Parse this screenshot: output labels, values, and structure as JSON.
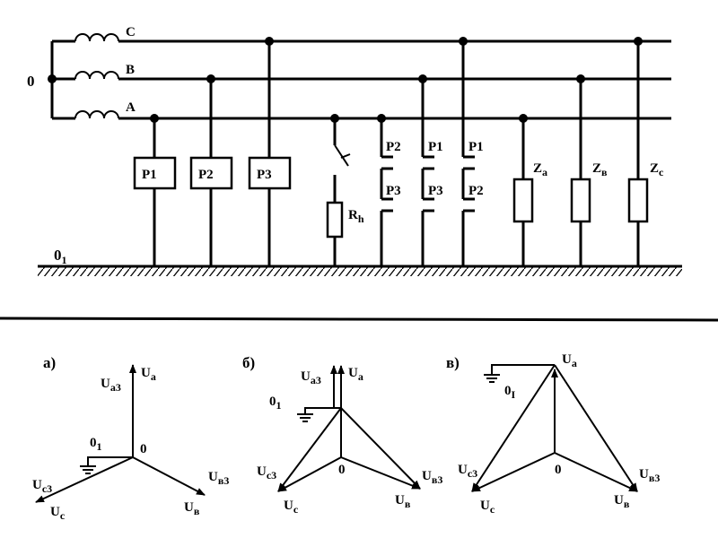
{
  "circuit": {
    "neutral": "0",
    "ground": "0",
    "ground_sub": "1",
    "phases": [
      "C",
      "B",
      "A"
    ],
    "relays": [
      "P1",
      "P2",
      "P3"
    ],
    "resistor": "R",
    "resistor_sub": "h",
    "contacts": [
      {
        "top": "P2",
        "bottom": "P3"
      },
      {
        "top": "P1",
        "bottom": "P3"
      },
      {
        "top": "P1",
        "bottom": "P2"
      }
    ],
    "loads": [
      {
        "main": "Z",
        "sub": "a"
      },
      {
        "main": "Z",
        "sub": "в"
      },
      {
        "main": "Z",
        "sub": "c"
      }
    ]
  },
  "phasors": [
    {
      "tag": "а)",
      "origin": "0",
      "ground": "0",
      "ground_sub": "1",
      "labels": [
        {
          "main": "U",
          "sub": "a"
        },
        {
          "main": "U",
          "sub": "a3"
        },
        {
          "main": "U",
          "sub": "c3"
        },
        {
          "main": "U",
          "sub": "c"
        },
        {
          "main": "U",
          "sub": "в3"
        },
        {
          "main": "U",
          "sub": "в"
        }
      ]
    },
    {
      "tag": "б)",
      "origin": "0",
      "ground": "0",
      "ground_sub": "1",
      "labels": [
        {
          "main": "U",
          "sub": "a3"
        },
        {
          "main": "U",
          "sub": "a"
        },
        {
          "main": "U",
          "sub": "c3"
        },
        {
          "main": "U",
          "sub": "c"
        },
        {
          "main": "U",
          "sub": "в3"
        },
        {
          "main": "U",
          "sub": "в"
        }
      ]
    },
    {
      "tag": "в)",
      "origin": "0",
      "ground": "0",
      "ground_sub": "I",
      "labels": [
        {
          "main": "U",
          "sub": "a"
        },
        {
          "main": "U",
          "sub": "c3"
        },
        {
          "main": "U",
          "sub": "c"
        },
        {
          "main": "U",
          "sub": "в3"
        },
        {
          "main": "U",
          "sub": "в"
        }
      ]
    }
  ]
}
